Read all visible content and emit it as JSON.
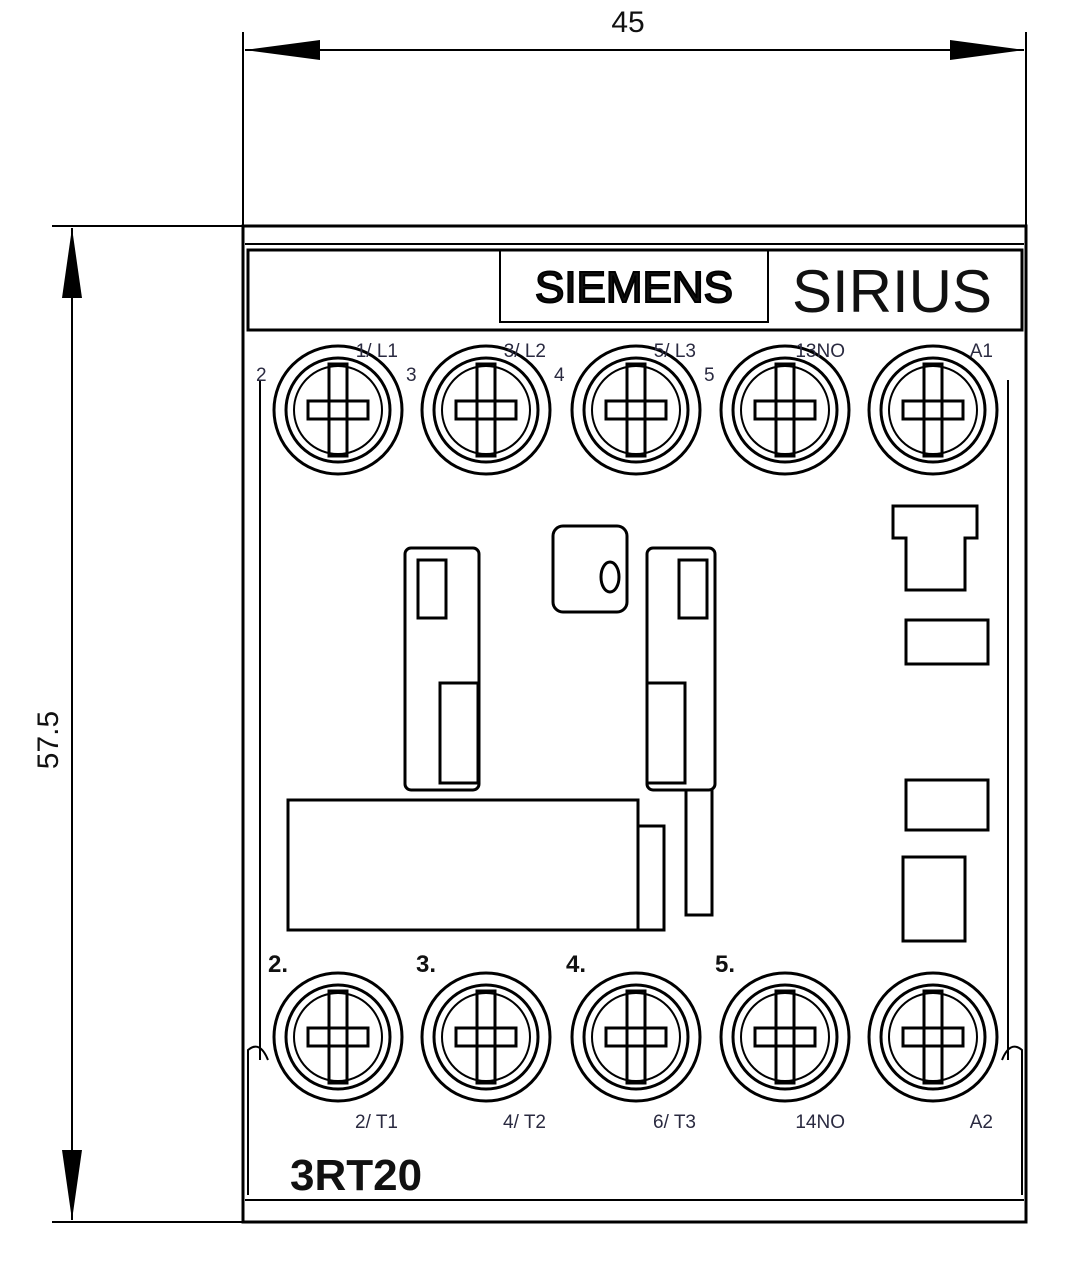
{
  "dimensions": {
    "width": "45",
    "height": "57.5"
  },
  "brand": {
    "maker": "SIEMENS",
    "series": "SIRIUS"
  },
  "model": "3RT20",
  "top_terminals": [
    {
      "label": "1/ L1",
      "sub": "3"
    },
    {
      "label": "3/ L2",
      "sub": "4"
    },
    {
      "label": "5/ L3",
      "sub": "5"
    },
    {
      "label": "13NO",
      "sub": ""
    },
    {
      "label": "A1",
      "sub": ""
    }
  ],
  "top_left_marker": "2",
  "bottom_terminals": [
    {
      "label": "2/ T1",
      "num": "2."
    },
    {
      "label": "4/ T2",
      "num": "3."
    },
    {
      "label": "6/ T3",
      "num": "4."
    },
    {
      "label": "14NO",
      "num": "5."
    },
    {
      "label": "A2",
      "num": ""
    }
  ]
}
